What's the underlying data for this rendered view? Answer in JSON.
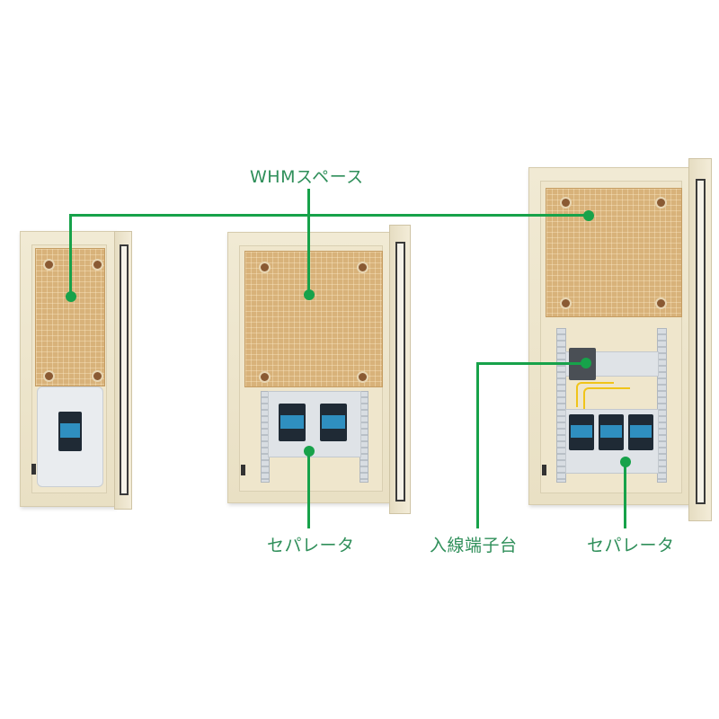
{
  "labels": {
    "whm_space": "WHMスペース",
    "separator_left": "セパレータ",
    "incoming_terminal": "入線端子台",
    "separator_right": "セパレータ"
  },
  "colors": {
    "leader_line": "#17a24a",
    "label_text": "#2f8f5a",
    "mounting_board": "#d8b27a",
    "cabinet_body": "#efe6cc",
    "breaker_face": "#2f8fc0"
  },
  "cabinets": [
    {
      "name": "small-cabinet",
      "breakers": 1
    },
    {
      "name": "medium-cabinet",
      "breakers": 2
    },
    {
      "name": "large-cabinet",
      "breakers": 3,
      "has_incoming_terminal": true
    }
  ]
}
